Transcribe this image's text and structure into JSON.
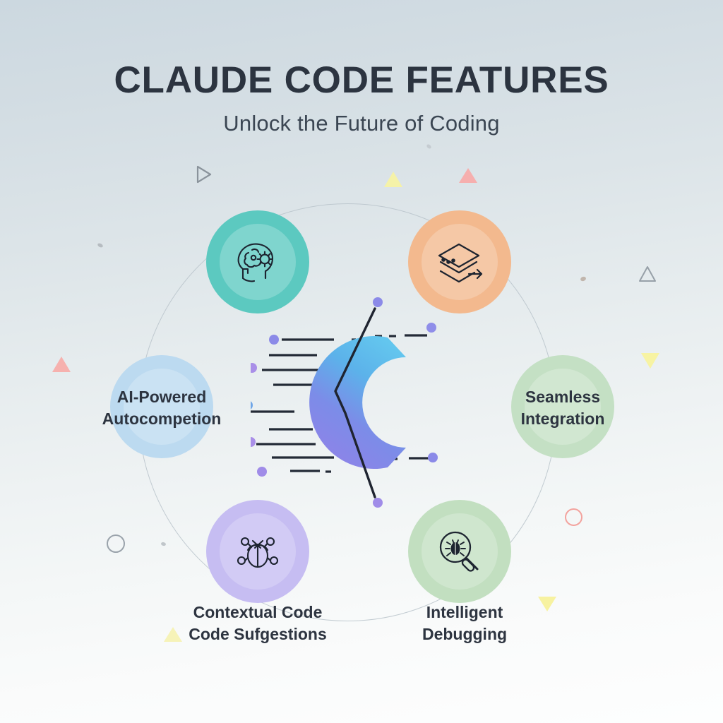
{
  "header": {
    "title": "CLAUDE CODE FEATURES",
    "subtitle": "Unlock the Future of Coding"
  },
  "center": {
    "logo_letter": "C",
    "gradient_top": "#5cb7e8",
    "gradient_bottom": "#8b83e6",
    "accent_line_color": "#1f2430"
  },
  "nodes": [
    {
      "id": "ai-brain",
      "icon": "brain-gear-icon",
      "label": "",
      "color": "#5cc9c0",
      "position": "top-left"
    },
    {
      "id": "layers-flow",
      "icon": "layers-arrow-icon",
      "label": "",
      "color": "#f3b98e",
      "position": "top-right"
    },
    {
      "id": "autocompletion",
      "icon": "",
      "label": "AI-Powered\nAutocompetion",
      "color": "#bcdaf0",
      "position": "left"
    },
    {
      "id": "integration",
      "icon": "",
      "label": "Seamless\nIntegration",
      "color": "#c4e0c4",
      "position": "right"
    },
    {
      "id": "contextual-bug",
      "icon": "bug-network-icon",
      "label": "",
      "color": "#c6bdf2",
      "position": "bottom-left"
    },
    {
      "id": "debug-magnifier",
      "icon": "bug-magnifier-icon",
      "label": "",
      "color": "#c2dfc0",
      "position": "bottom-right"
    }
  ],
  "captions": [
    {
      "id": "contextual-code",
      "text": "Contextual Code\nCode Sufgestions"
    },
    {
      "id": "intelligent-debugging",
      "text": "Intelligent\nDebugging"
    }
  ],
  "decorations": [
    {
      "id": "triangle-outline-top-left",
      "shape": "triangle-outline",
      "color": "#8a939b"
    },
    {
      "id": "triangle-yellow-top",
      "shape": "triangle-fill",
      "color": "#f5f2a8"
    },
    {
      "id": "triangle-pink-top-right",
      "shape": "triangle-fill",
      "color": "#f6afae"
    },
    {
      "id": "triangle-outline-right",
      "shape": "triangle-outline",
      "color": "#97a0a8"
    },
    {
      "id": "triangle-pink-left",
      "shape": "triangle-fill",
      "color": "#f6b1ae"
    },
    {
      "id": "triangle-yellow-right",
      "shape": "triangle-fill",
      "color": "#f7f3a3"
    },
    {
      "id": "triangle-yellow-bottom-right",
      "shape": "triangle-down",
      "color": "#f7f2a0"
    },
    {
      "id": "triangle-yellow-bottom-left",
      "shape": "triangle-fill",
      "color": "#f6f3b8"
    },
    {
      "id": "circle-outline-red",
      "shape": "circle-outline",
      "color": "#f3a39e"
    },
    {
      "id": "circle-outline-grey",
      "shape": "circle-outline",
      "color": "#9aa3ab"
    },
    {
      "id": "speck-grey-left",
      "shape": "speck",
      "color": "#b6bcc1"
    },
    {
      "id": "speck-grey-right",
      "shape": "speck",
      "color": "#c1b6ad"
    },
    {
      "id": "speck-grey-topright",
      "shape": "speck",
      "color": "#c5ccd1"
    }
  ],
  "code_decor": {
    "line_color": "#232a36",
    "dot_colors": [
      "#8b8ae8",
      "#a98fe8",
      "#6fa6e8",
      "#8b8ae8"
    ]
  }
}
